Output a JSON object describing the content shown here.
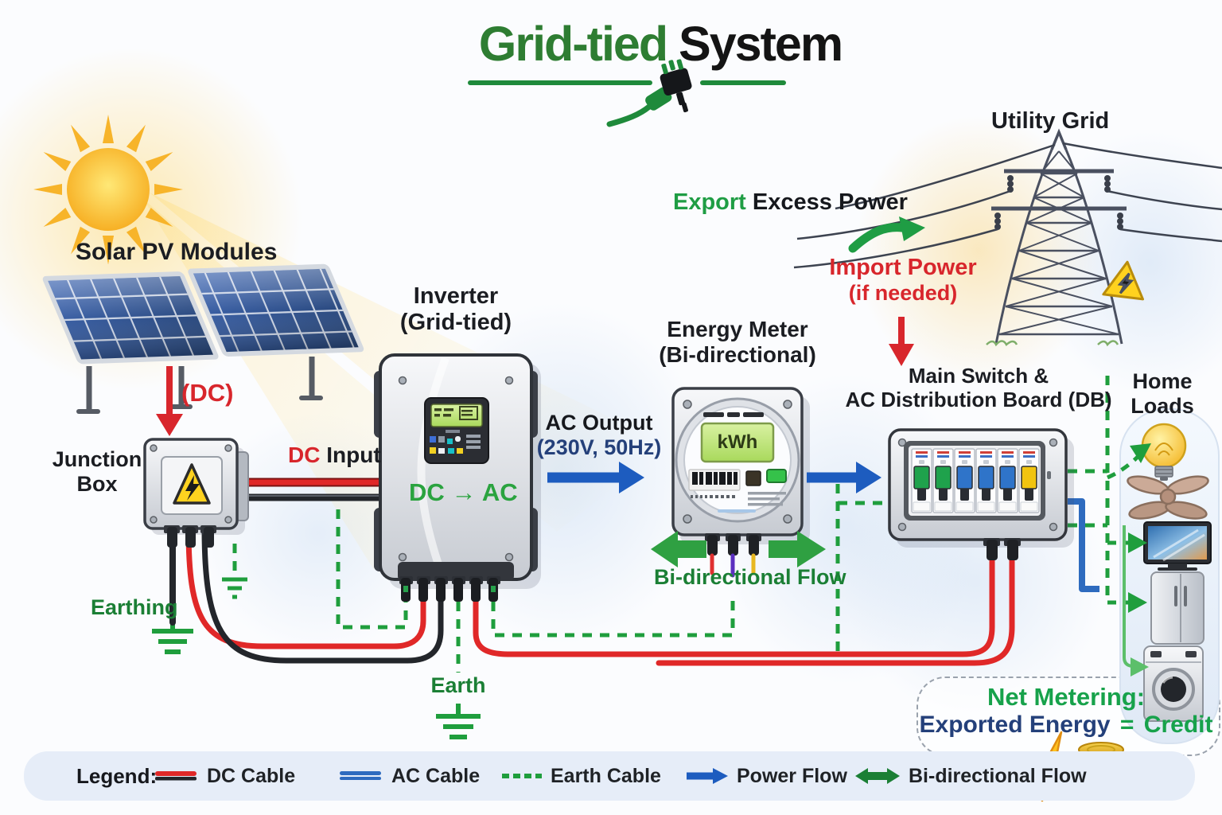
{
  "title": {
    "green": "Grid-tied",
    "black": " System"
  },
  "solar": {
    "label": "Solar PV Modules",
    "dc": "(DC)"
  },
  "junction": {
    "line1": "Junction",
    "line2": "Box",
    "dc_red": "DC",
    "dc_black": " Input",
    "earthing": "Earthing"
  },
  "inverter": {
    "line1": "Inverter",
    "line2": "(Grid-tied)",
    "conversion": "DC → AC",
    "earth": "Earth"
  },
  "ac": {
    "line1": "AC Output",
    "line2": "(230V, 50Hz)"
  },
  "meter": {
    "line1": "Energy Meter",
    "line2": "(Bi-directional)",
    "display": "kWh",
    "flow": "Bi-directional Flow"
  },
  "grid": {
    "title": "Utility Grid",
    "export_green": "Export",
    "export_black": " Excess Power",
    "import1": "Import Power",
    "import2": "(if needed)"
  },
  "db": {
    "line1": "Main Switch &",
    "line2": "AC Distribution Board (DB)"
  },
  "home": {
    "line1": "Home",
    "line2": "Loads"
  },
  "net": {
    "line1": "Net Metering:",
    "exported": "Exported Energy",
    "equals": "=",
    "credit": "Credit"
  },
  "legend": {
    "title": "Legend:",
    "items": [
      {
        "label": "DC Cable",
        "icon": "dc-cable-swatch"
      },
      {
        "label": "AC Cable",
        "icon": "ac-cable-swatch"
      },
      {
        "label": "Earth Cable",
        "icon": "earth-cable-swatch"
      },
      {
        "label": "Power Flow",
        "icon": "power-flow-arrow"
      },
      {
        "label": "Bi-directional Flow",
        "icon": "bidirectional-arrow"
      }
    ]
  },
  "colors": {
    "title_green": "#2e7d32",
    "accent_green": "#1f9d44",
    "earth_green": "#1f9e3d",
    "red": "#d8262c",
    "blue": "#1d5cbf",
    "navy": "#24407a",
    "legend_bg": "#e6edf8",
    "lcd_green": "#bfe276",
    "warning_yellow": "#ffd21f"
  }
}
